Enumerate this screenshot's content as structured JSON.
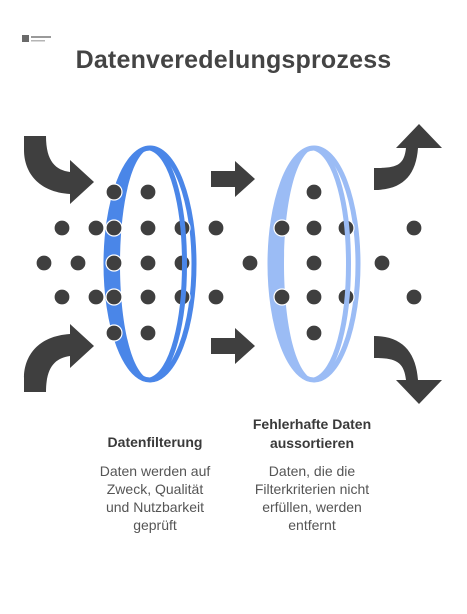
{
  "title": "Datenveredelungsprozess",
  "stages": [
    {
      "heading": "Datenfilterung",
      "description_lines": [
        "Daten werden auf",
        "Zweck, Qualität",
        "und Nutzbarkeit",
        "geprüft"
      ]
    },
    {
      "heading_lines": [
        "Fehlerhafte Daten",
        "aussortieren"
      ],
      "description_lines": [
        "Daten, die die",
        "Filterkriterien nicht",
        "erfüllen, werden",
        "entfernt"
      ]
    }
  ],
  "colors": {
    "dot": "#3f3f3f",
    "arrow": "#3f3f3f",
    "filter1": "#4a86e8",
    "filter2": "#9bbcf5",
    "title": "#444444"
  }
}
